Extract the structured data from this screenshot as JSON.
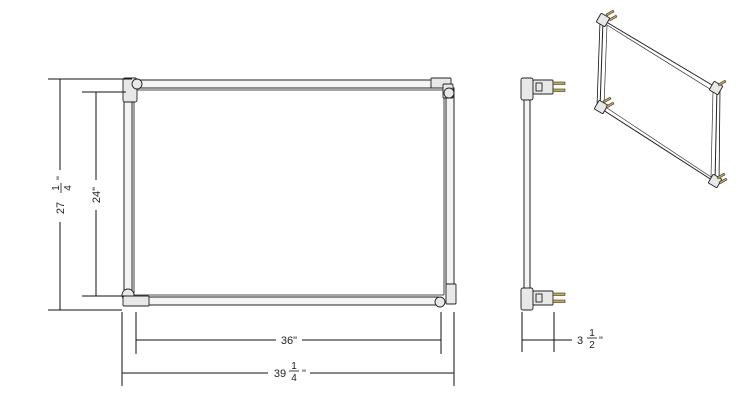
{
  "dimensions": {
    "outer_height": {
      "whole": "27",
      "num": "1",
      "den": "4",
      "unit": "\""
    },
    "inner_height": {
      "text": "24\""
    },
    "inner_width": {
      "text": "36\""
    },
    "outer_width": {
      "whole": "39",
      "num": "1",
      "den": "4",
      "unit": "\""
    },
    "depth": {
      "whole": "3",
      "num": "1",
      "den": "2",
      "unit": "\""
    }
  },
  "colors": {
    "line": "#111111",
    "rod_fill": "#f4f4f4",
    "connector_fill": "#e8e8e8",
    "accent": "#c8a84a"
  }
}
